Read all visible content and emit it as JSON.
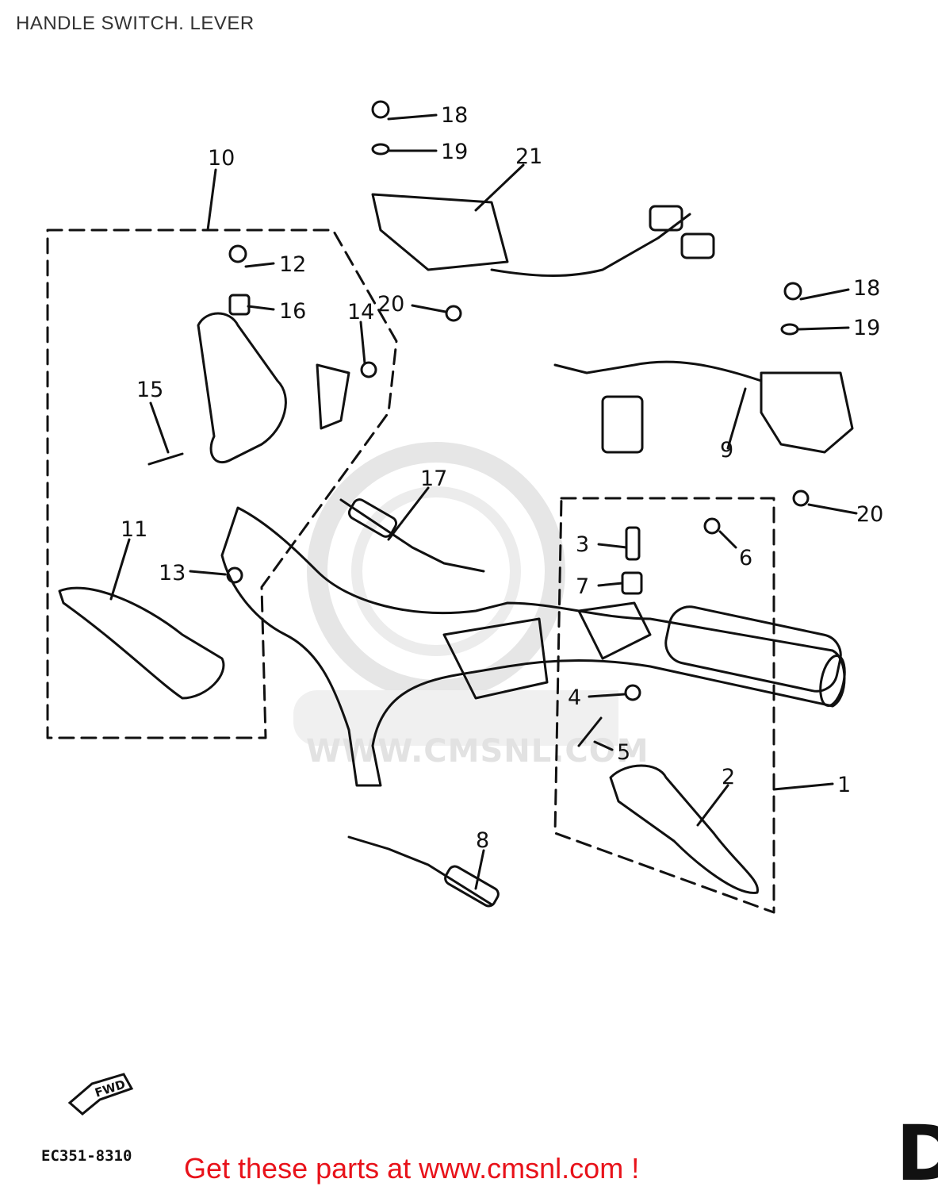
{
  "title": "HANDLE SWITCH. LEVER",
  "callouts": [
    "1",
    "2",
    "3",
    "4",
    "5",
    "6",
    "7",
    "8",
    "9",
    "10",
    "11",
    "12",
    "13",
    "14",
    "15",
    "16",
    "17",
    "18",
    "19",
    "20",
    "21"
  ],
  "fwd_label": "FWD",
  "drawing_code": "EC351-8310",
  "page_letter": "D",
  "watermark_text": "WWW.CMSNL.COM",
  "promo_text": "Get these parts at www.cmsnl.com !",
  "colors": {
    "line": "#111111",
    "promo": "#e8121a",
    "watermark": "#e2e2e2"
  }
}
